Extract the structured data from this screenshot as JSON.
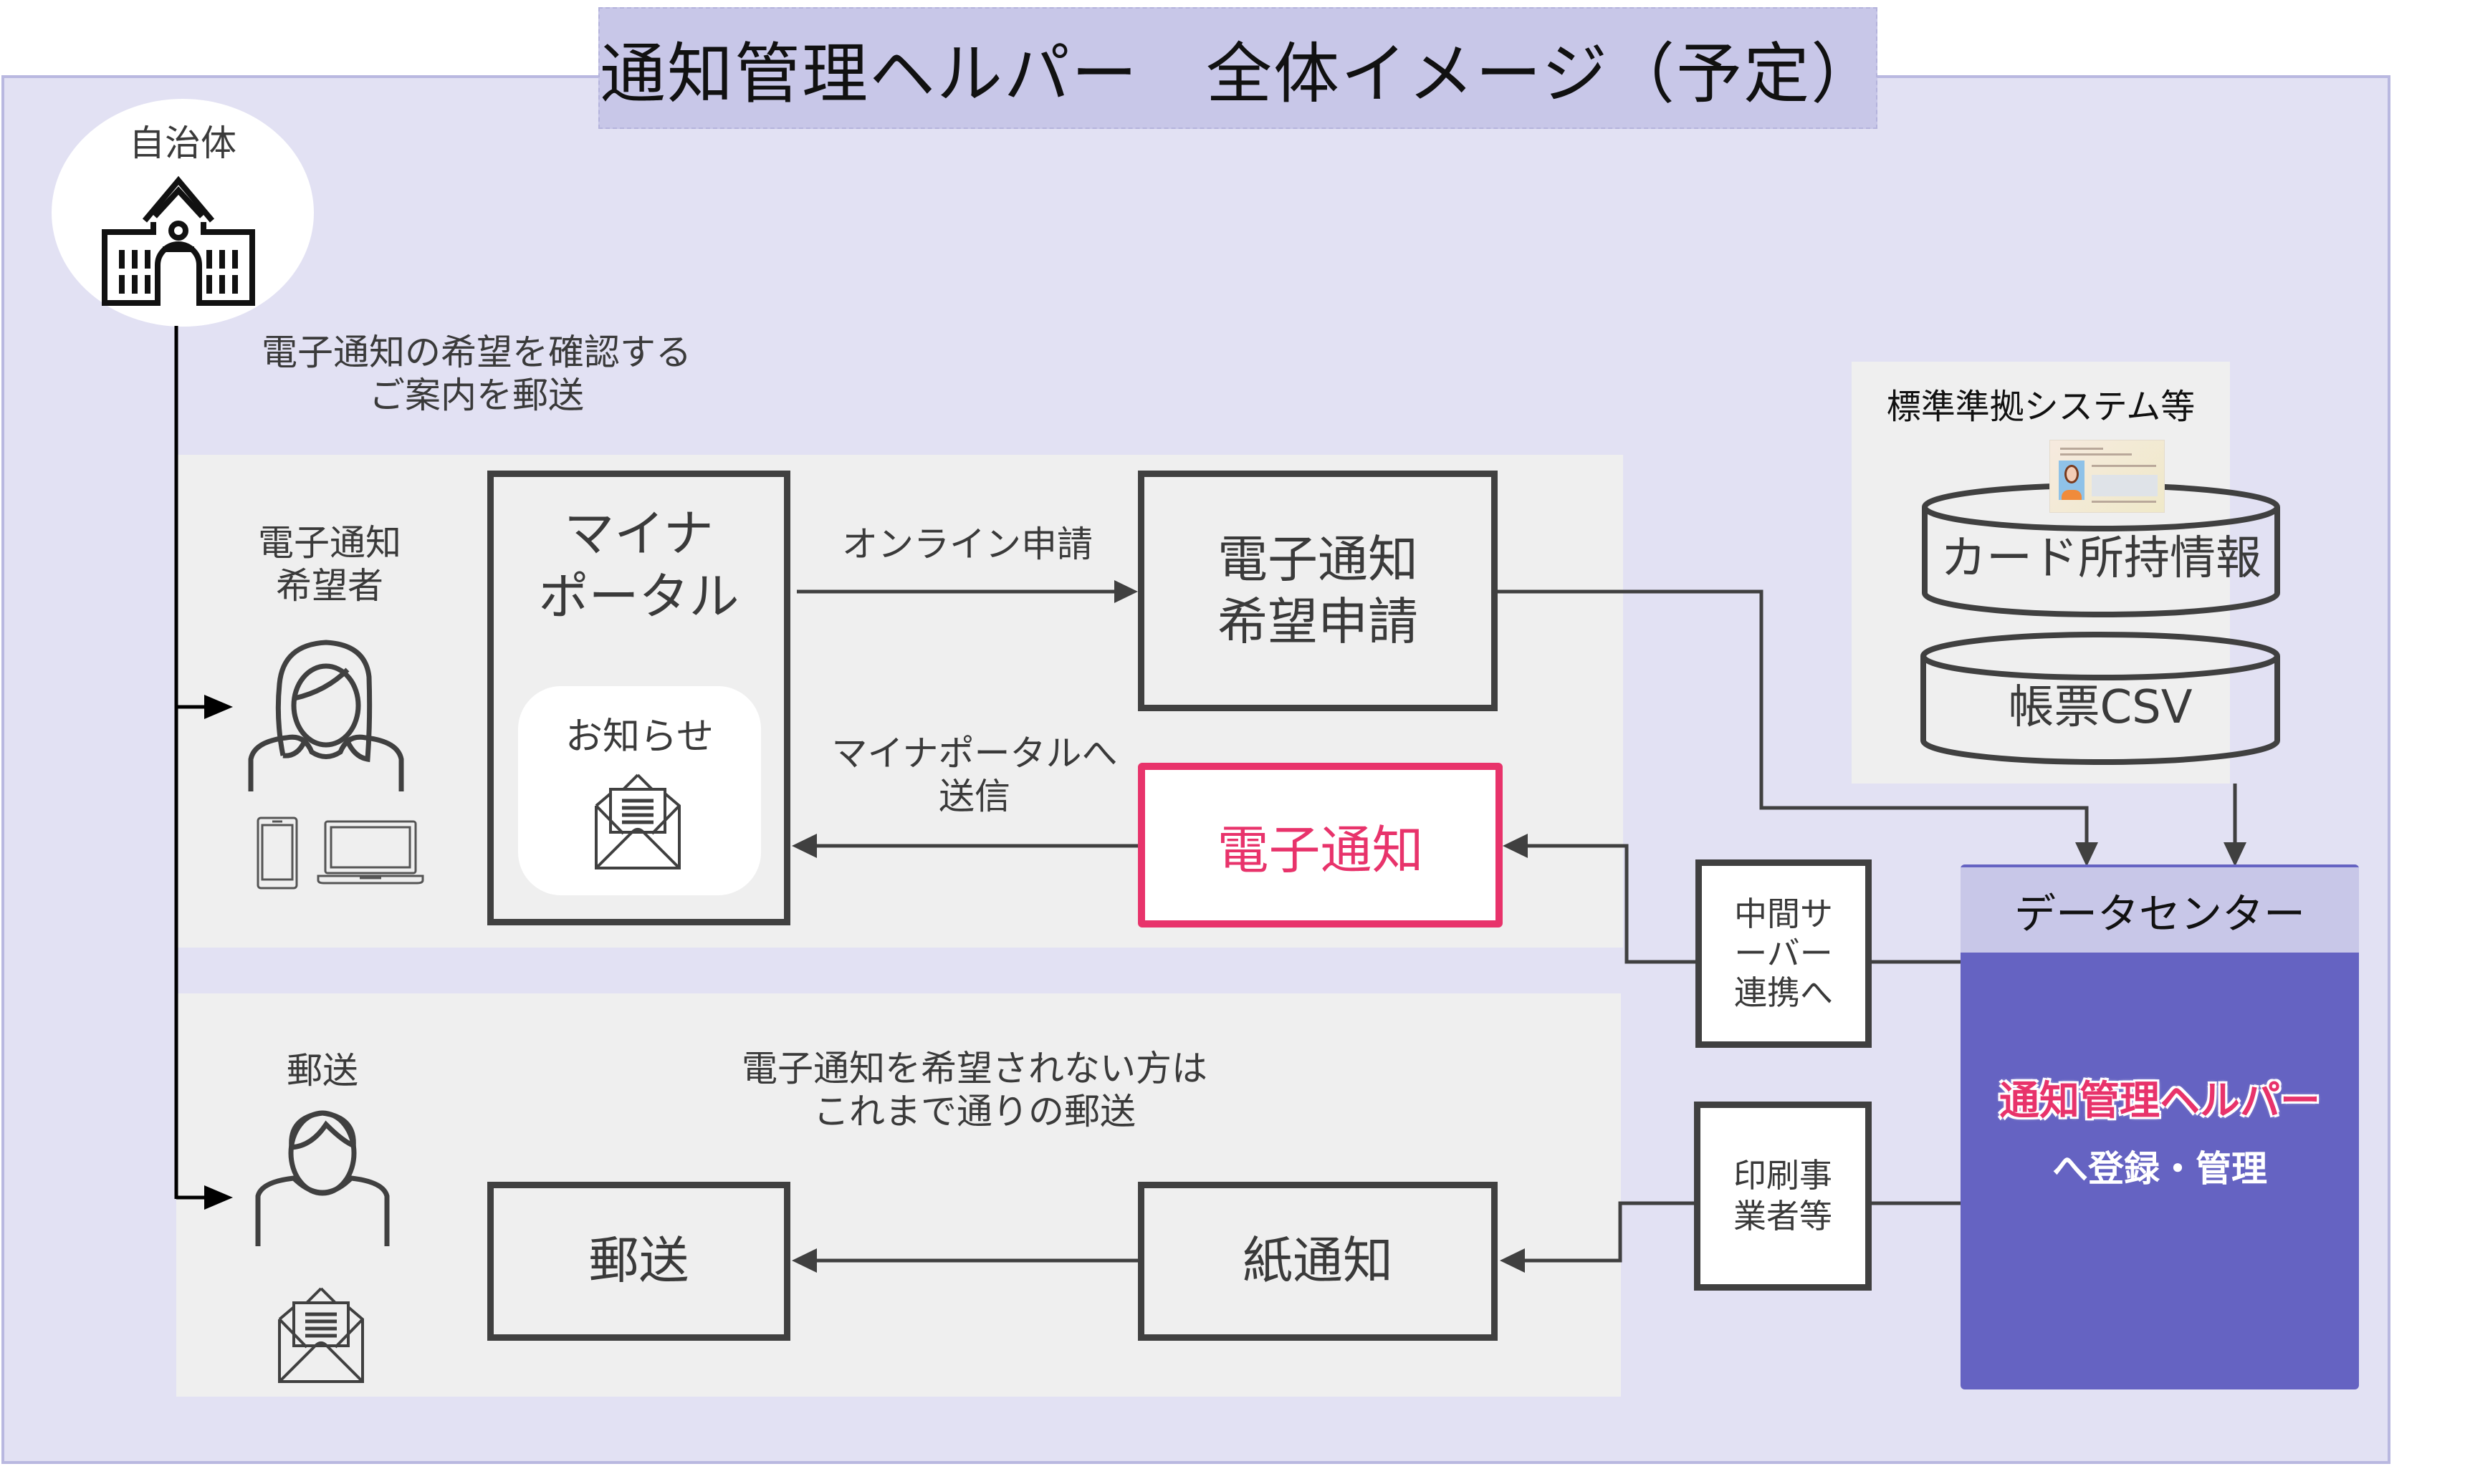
{
  "title": "通知管理ヘルパー　全体イメージ（予定）",
  "municipality": {
    "label": "自治体",
    "icon": "city-hall-icon"
  },
  "guide_mail_text": "電子通知の希望を確認する\nご案内を郵送",
  "electronic_section": {
    "recipient_label": "電子通知\n希望者",
    "recipient_icon": "woman-icon",
    "device_icons": [
      "smartphone-icon",
      "laptop-icon"
    ],
    "myna_portal": {
      "label": "マイナ\nポータル",
      "notice_label": "お知らせ",
      "notice_icon": "open-envelope-icon"
    },
    "online_application_label": "オンライン申請",
    "application_box": "電子通知\n希望申請",
    "send_to_portal_label": "マイナポータルへ\n送信",
    "electronic_notice_box": "電子通知"
  },
  "postal_section": {
    "recipient_label": "郵送",
    "recipient_icon": "man-icon",
    "mail_icon": "open-envelope-icon",
    "note": "電子通知を希望されない方は\nこれまで通りの郵送",
    "mail_box": "郵送",
    "paper_notice_box": "紙通知"
  },
  "intermediaries": {
    "intermediate_server": "中間サ\nーバー\n連携へ",
    "printing_vendor": "印刷事\n業者等"
  },
  "standard_system": {
    "title": "標準準拠システム等",
    "card_image": "my-number-card-image",
    "databases": [
      "カード所持情報",
      "帳票CSV"
    ]
  },
  "data_center": {
    "header": "データセンター",
    "helper_name": "通知管理ヘルパー",
    "helper_action": "へ登録・管理"
  },
  "colors": {
    "frame_bg": "#e2e1f3",
    "title_bg": "#c8c7e8",
    "panel_bg": "#efefef",
    "accent_pink": "#e8336b",
    "data_center_bg": "#6563c2",
    "line": "#404040"
  }
}
